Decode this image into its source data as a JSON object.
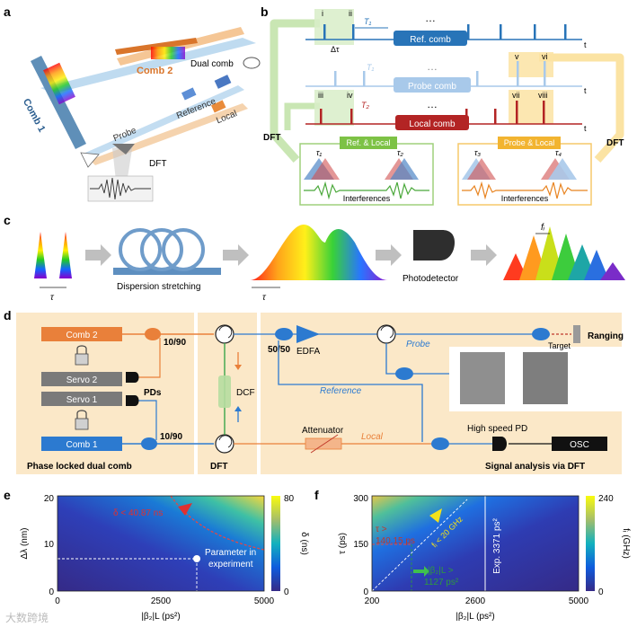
{
  "panels": {
    "a": "a",
    "b": "b",
    "c": "c",
    "d": "d",
    "e": "e",
    "f": "f"
  },
  "panel_a": {
    "comb1": "Comb 1",
    "comb2": "Comb 2",
    "dual_comb": "Dual comb",
    "probe": "Probe",
    "reference": "Reference",
    "local": "Local",
    "dft": "DFT"
  },
  "panel_b": {
    "ref_comb": "Ref. comb",
    "probe_comb": "Probe comb",
    "local_comb": "Local comb",
    "t": "t",
    "dots": "…",
    "T1": "T₁",
    "T2": "T₂",
    "delta_tau": "Δτ",
    "i": "i",
    "ii": "ii",
    "iii": "iii",
    "iv": "iv",
    "v": "v",
    "vi": "vi",
    "vii": "vii",
    "viii": "viii",
    "dft_left": "DFT",
    "dft_right": "DFT",
    "ref_local": "Ref. & Local",
    "probe_local": "Probe & Local",
    "tau1": "τ₁",
    "tau2": "τ₂",
    "tau3": "τ₃",
    "tau4": "τ₄",
    "interferences_left": "Interferences",
    "interferences_right": "Interferences"
  },
  "panel_c": {
    "tau_left": "τ",
    "dispersion": "Dispersion stretching",
    "tau_mid": "τ",
    "photodetector": "Photodetector",
    "fi": "fᵢ"
  },
  "panel_d": {
    "comb2": "Comb 2",
    "servo2": "Servo 2",
    "servo1": "Servo 1",
    "comb1": "Comb 1",
    "split_top": "10/90",
    "split_bottom": "10/90",
    "pds": "PDs",
    "phase_locked": "Phase locked dual comb",
    "dcf": "DCF",
    "dft": "DFT",
    "split_5050": "50/50",
    "edfa": "EDFA",
    "probe": "Probe",
    "reference": "Reference",
    "attenuator": "Attenuator",
    "local": "Local",
    "target": "Target",
    "ranging": "Ranging",
    "high_speed_pd": "High speed PD",
    "osc": "OSC",
    "signal_analysis": "Signal analysis via DFT"
  },
  "panel_e": {
    "xlabel": "|β₂|L (ps²)",
    "ylabel": "Δλ (nm)",
    "x_ticks": [
      "0",
      "2500",
      "5000"
    ],
    "y_ticks": [
      "0",
      "10",
      "20"
    ],
    "cbar_label": "δ (ns)",
    "cbar_ticks": [
      "0",
      "80"
    ],
    "annotation": "δ < 40.87 ns",
    "param_line1": "Parameter in",
    "param_line2": "experiment"
  },
  "panel_f": {
    "xlabel": "|β₂|L (ps²)",
    "ylabel": "τ (ps)",
    "x_ticks": [
      "200",
      "2600",
      "5000"
    ],
    "y_ticks": [
      "0",
      "150",
      "300"
    ],
    "cbar_label": "fᵢ (GHz)",
    "cbar_ticks": [
      "0",
      "240"
    ],
    "tau_ann1": "τ >",
    "tau_ann2": "140.15 ps",
    "fi_ann": "fᵢ < 20 GHz",
    "beta_ann1": "|β₂|L >",
    "beta_ann2": "1127 ps²",
    "exp_ann": "Exp. 3371 ps²"
  },
  "watermark": "大数跨境",
  "chart_data": [
    {
      "type": "heatmap",
      "title": "",
      "xlabel": "|β₂|L (ps²)",
      "ylabel": "Δλ (nm)",
      "xlim": [
        0,
        5000
      ],
      "ylim": [
        0,
        20
      ],
      "colorbar": {
        "label": "δ (ns)",
        "range": [
          0,
          80
        ]
      },
      "contour": {
        "value_ns": 40.87,
        "label": "δ < 40.87 ns"
      },
      "marker": {
        "x": 3371,
        "y": 7,
        "label": "Parameter in experiment"
      }
    },
    {
      "type": "heatmap",
      "title": "",
      "xlabel": "|β₂|L (ps²)",
      "ylabel": "τ (ps)",
      "xlim": [
        200,
        5000
      ],
      "ylim": [
        0,
        300
      ],
      "colorbar": {
        "label": "fᵢ (GHz)",
        "range": [
          0,
          240
        ]
      },
      "thresholds": {
        "tau_ps": 140.15,
        "fi_GHz": 20,
        "beta2L_ps2": 1127
      },
      "experiment_line_x": 3371
    }
  ]
}
